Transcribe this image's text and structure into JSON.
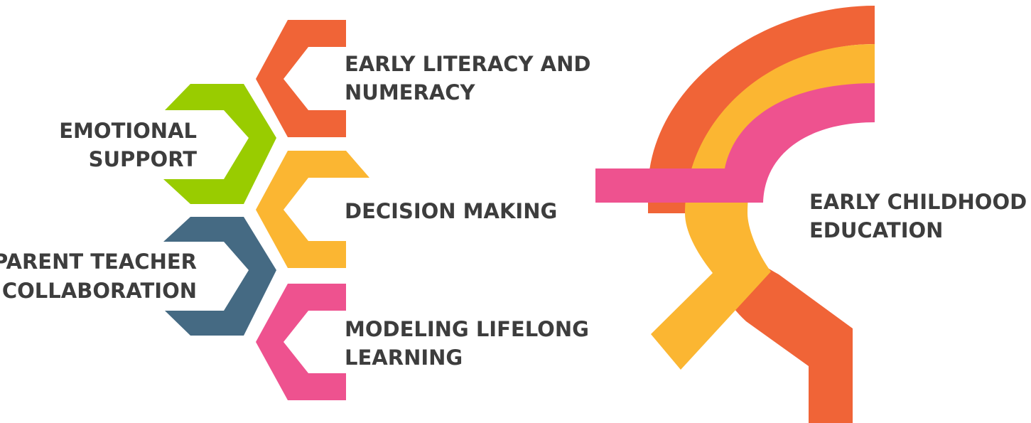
{
  "colors": {
    "orange": "#f06437",
    "yellow": "#fbb632",
    "pink": "#ee528f",
    "green": "#99cc00",
    "slate": "#456a83",
    "text": "#3d3d3d"
  },
  "left_hexagons": [
    {
      "id": "literacy",
      "color": "orange",
      "label_line1": "EARLY LITERACY AND",
      "label_line2": "NUMERACY",
      "icon": "hexagon-bracket-icon"
    },
    {
      "id": "emotional",
      "color": "green",
      "label_line1": "EMOTIONAL",
      "label_line2": "SUPPORT",
      "icon": "hexagon-bracket-icon"
    },
    {
      "id": "decision",
      "color": "yellow",
      "label_line1": "DECISION MAKING",
      "label_line2": "",
      "icon": "hexagon-bracket-icon"
    },
    {
      "id": "parent",
      "color": "slate",
      "label_line1": "PARENT TEACHER",
      "label_line2": "COLLABORATION",
      "icon": "hexagon-bracket-icon"
    },
    {
      "id": "lifelong",
      "color": "pink",
      "label_line1": "MODELING LIFELONG",
      "label_line2": "LEARNING",
      "icon": "hexagon-bracket-icon"
    }
  ],
  "right_graphic": {
    "icon": "rainbow-arches-icon",
    "label_line1": "EARLY CHILDHOOD",
    "label_line2": "EDUCATION"
  }
}
